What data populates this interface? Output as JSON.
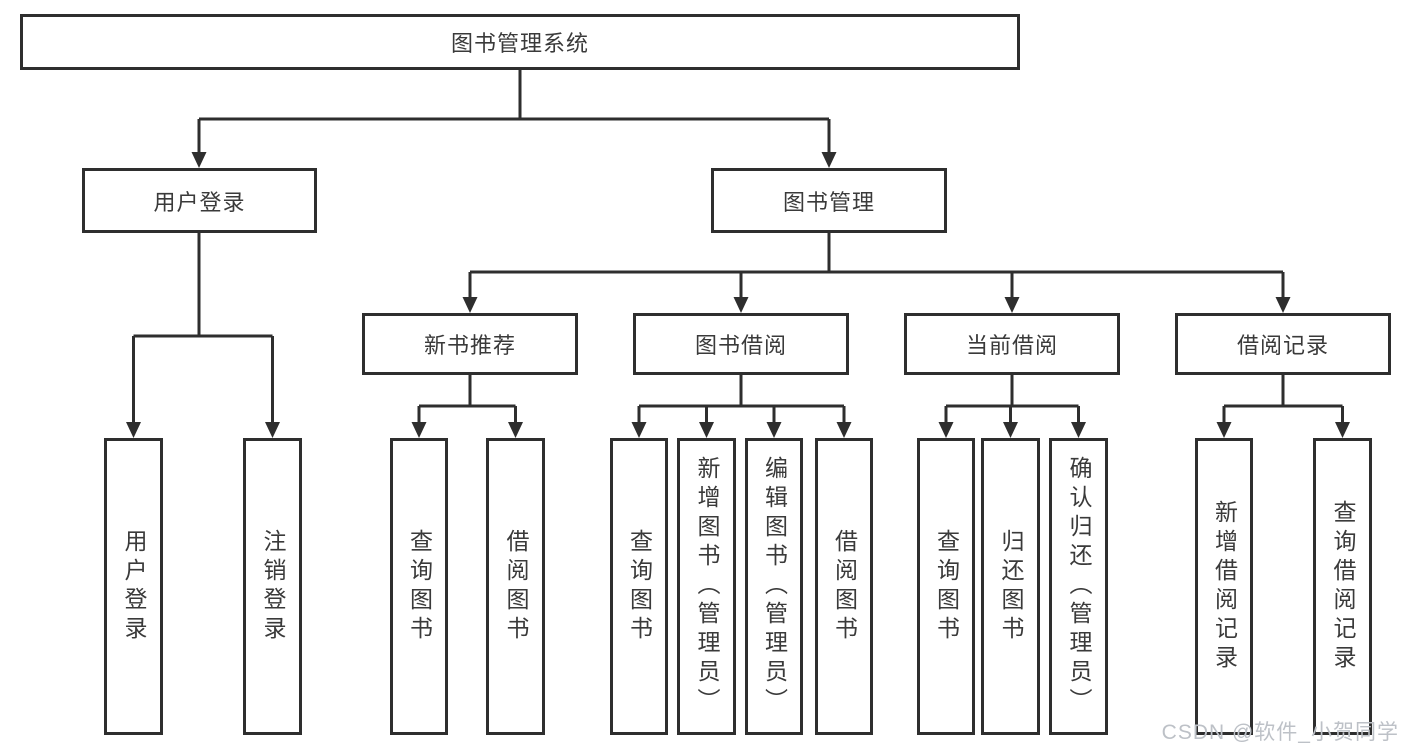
{
  "colors": {
    "line": "#2e2e2e",
    "text": "#3a3a3a",
    "watermark": "#bdc1c7",
    "background": "#ffffff"
  },
  "tree": {
    "root": {
      "label": "图书管理系统"
    },
    "branches": [
      {
        "label": "用户登录",
        "children": [
          {
            "label": "用户登录"
          },
          {
            "label": "注销登录"
          }
        ]
      },
      {
        "label": "图书管理",
        "children": [
          {
            "label": "新书推荐",
            "children": [
              {
                "label": "查询图书"
              },
              {
                "label": "借阅图书"
              }
            ]
          },
          {
            "label": "图书借阅",
            "children": [
              {
                "label": "查询图书"
              },
              {
                "label": "新增图书（管理员）"
              },
              {
                "label": "编辑图书（管理员）"
              },
              {
                "label": "借阅图书"
              }
            ]
          },
          {
            "label": "当前借阅",
            "children": [
              {
                "label": "查询图书"
              },
              {
                "label": "归还图书"
              },
              {
                "label": "确认归还（管理员）"
              }
            ]
          },
          {
            "label": "借阅记录",
            "children": [
              {
                "label": "新增借阅记录"
              },
              {
                "label": "查询借阅记录"
              }
            ]
          }
        ]
      }
    ]
  },
  "watermark": {
    "text": "CSDN @软件_小贺同学"
  }
}
